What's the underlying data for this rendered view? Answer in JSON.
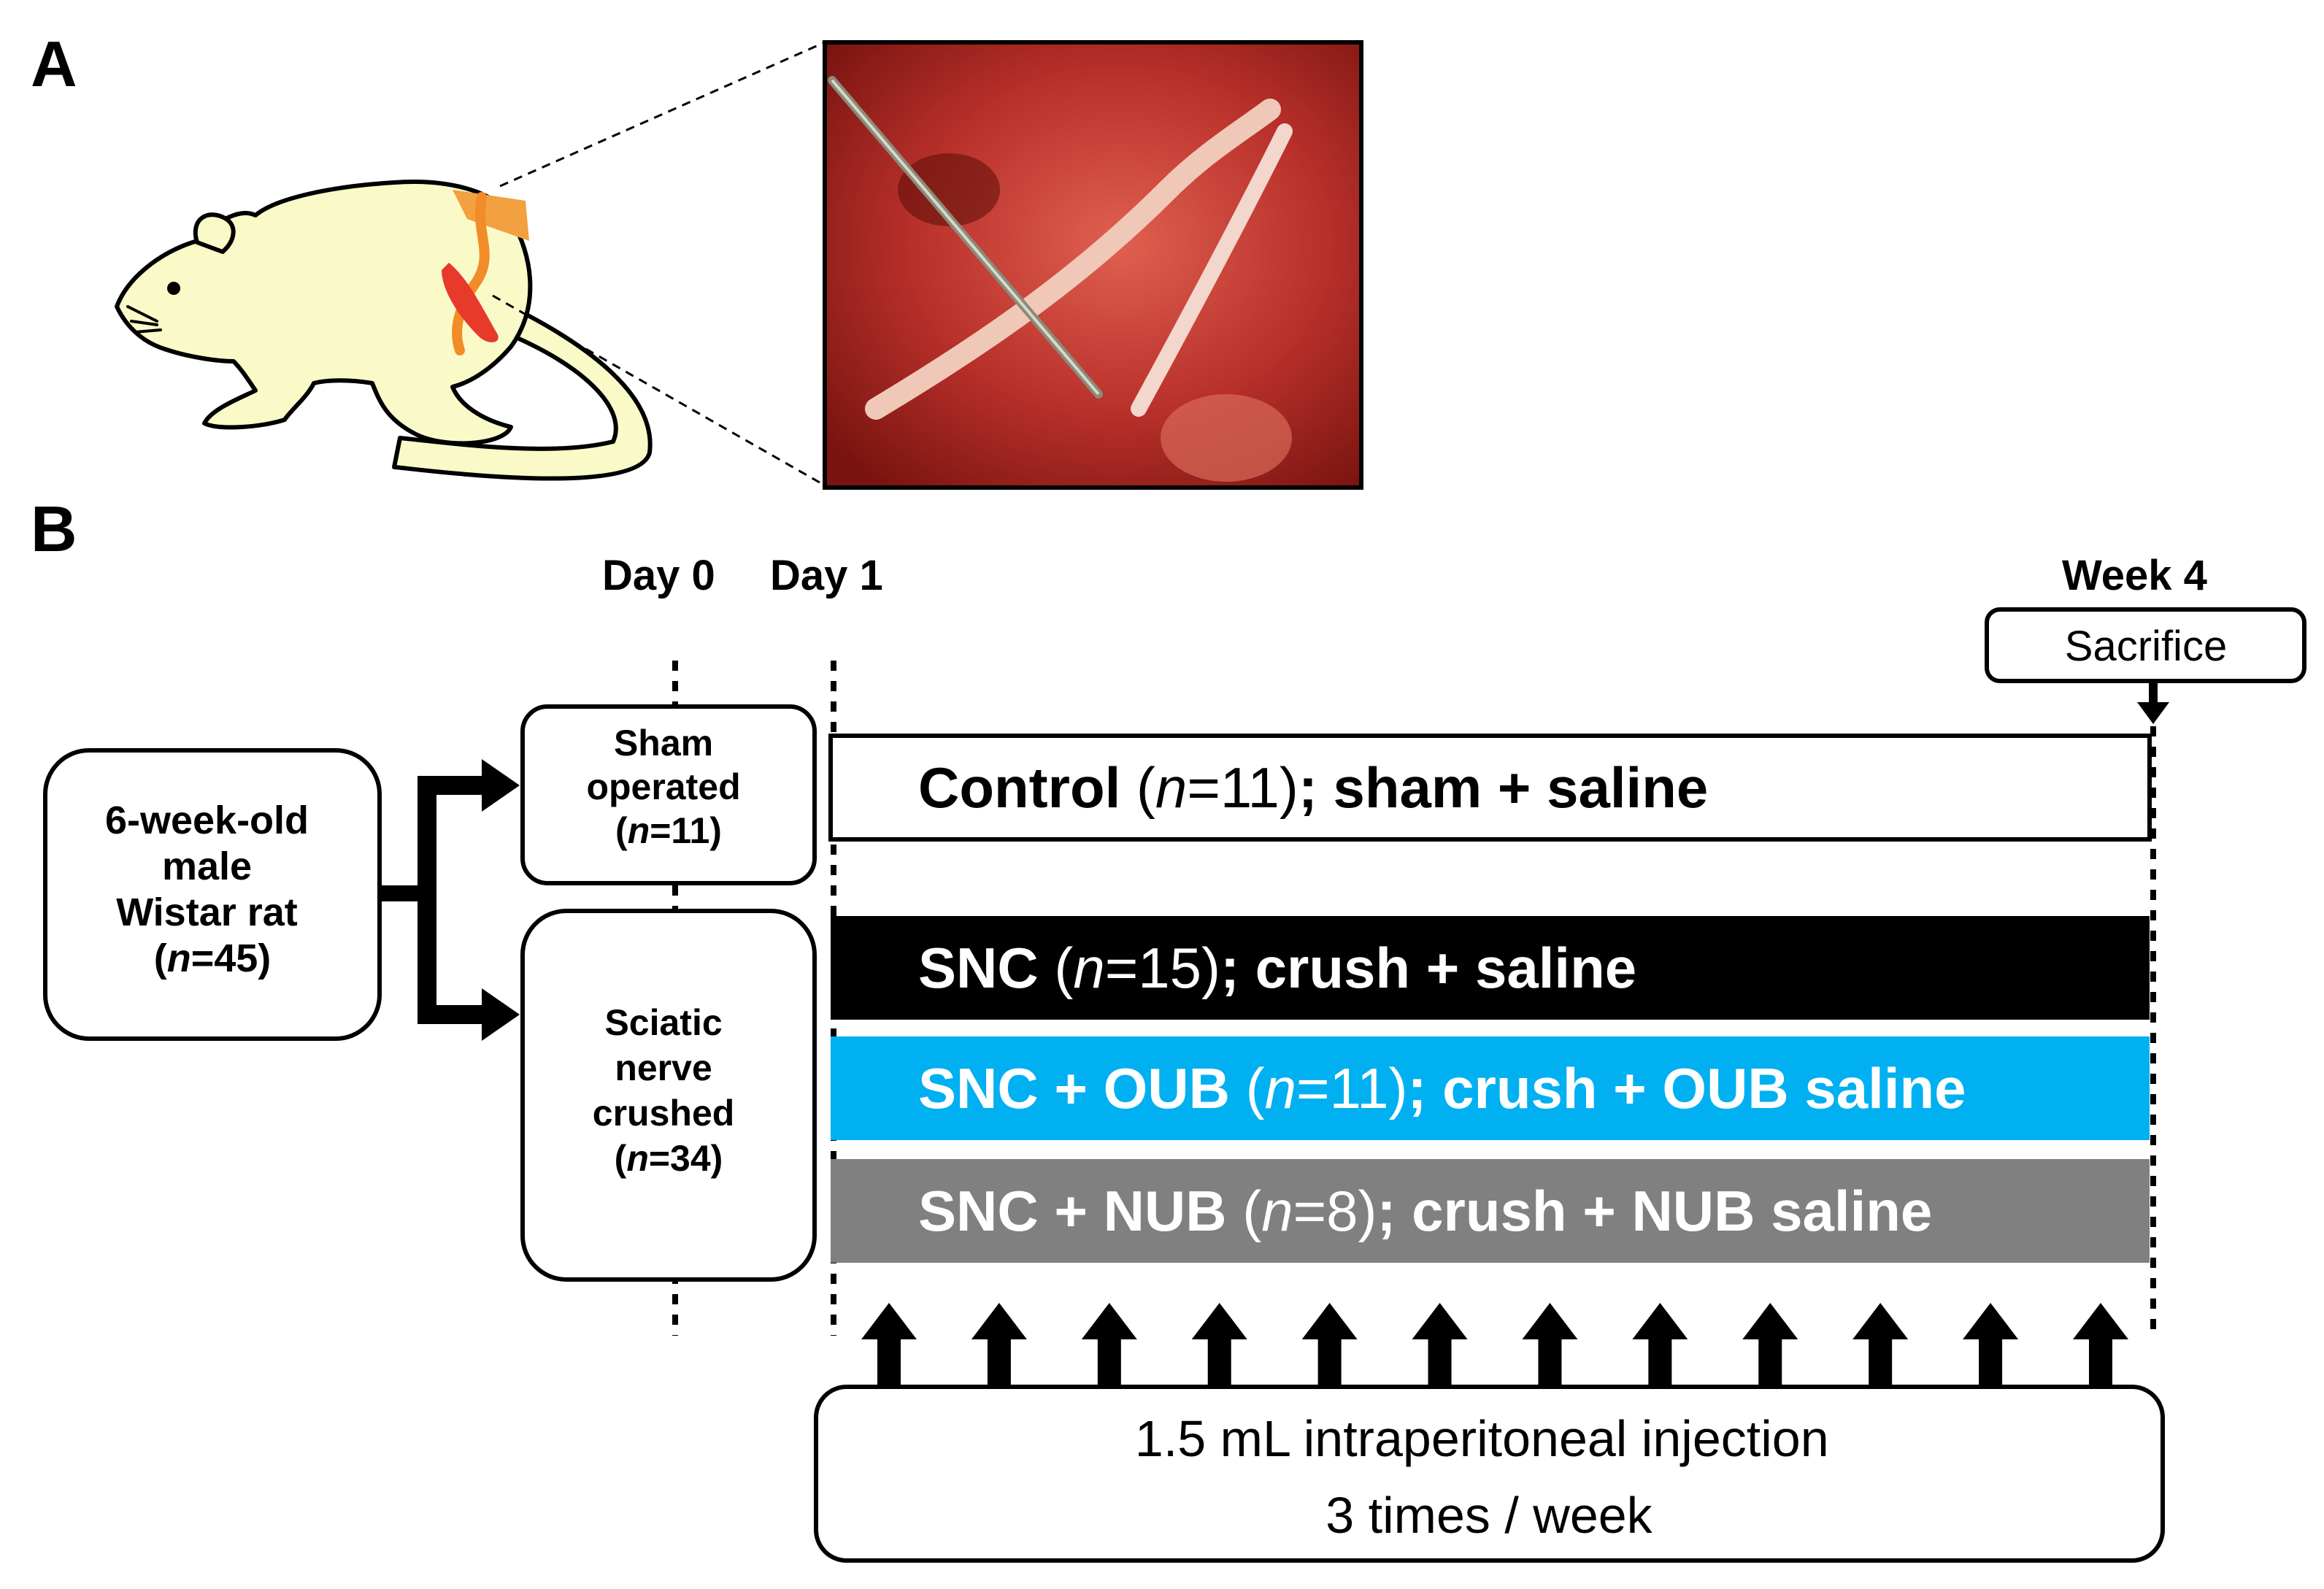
{
  "panels": {
    "a_label": "A",
    "b_label": "B"
  },
  "timeline": {
    "day0": "Day 0",
    "day1": "Day 1",
    "week4": "Week 4",
    "sacrifice": "Sacrifice"
  },
  "origin_box": {
    "line1": "6-week-old",
    "line2": "male",
    "line3": "Wistar rat",
    "n_prefix": "(",
    "n_italic": "n",
    "n_suffix": "=45)"
  },
  "sham_box": {
    "line1": "Sham",
    "line2": "operated",
    "n_prefix": "(",
    "n_italic": "n",
    "n_suffix": "=11)"
  },
  "crush_box": {
    "line1": "Sciatic",
    "line2": "nerve",
    "line3": "crushed",
    "n_prefix": "(",
    "n_italic": "n",
    "n_suffix": "=34)"
  },
  "groups": [
    {
      "name": "Control",
      "n_open": " (",
      "n_italic": "n",
      "n_value": "=11)",
      "desc": "; sham + saline",
      "fill": "#ffffff",
      "text_color": "#000000"
    },
    {
      "name": "SNC",
      "n_open": " (",
      "n_italic": "n",
      "n_value": "=15)",
      "desc": "; crush + saline",
      "fill": "#000000",
      "text_color": "#ffffff"
    },
    {
      "name": "SNC + OUB",
      "n_open": " (",
      "n_italic": "n",
      "n_value": "=11)",
      "desc": "; crush + OUB saline",
      "fill": "#00b0f0",
      "text_color": "#ffffff"
    },
    {
      "name": "SNC + NUB",
      "n_open": " (",
      "n_italic": "n",
      "n_value": "=8)",
      "desc": "; crush + NUB saline",
      "fill": "#808080",
      "text_color": "#ffffff"
    }
  ],
  "injection": {
    "line1": "1.5 mL intraperitoneal injection",
    "line2": "3 times / week",
    "arrow_count": 12
  },
  "colors": {
    "rat_body": "#fafac8",
    "nerve": "#f28c28",
    "muscle": "#e83a2a",
    "photo_bg": "#b8302a"
  }
}
